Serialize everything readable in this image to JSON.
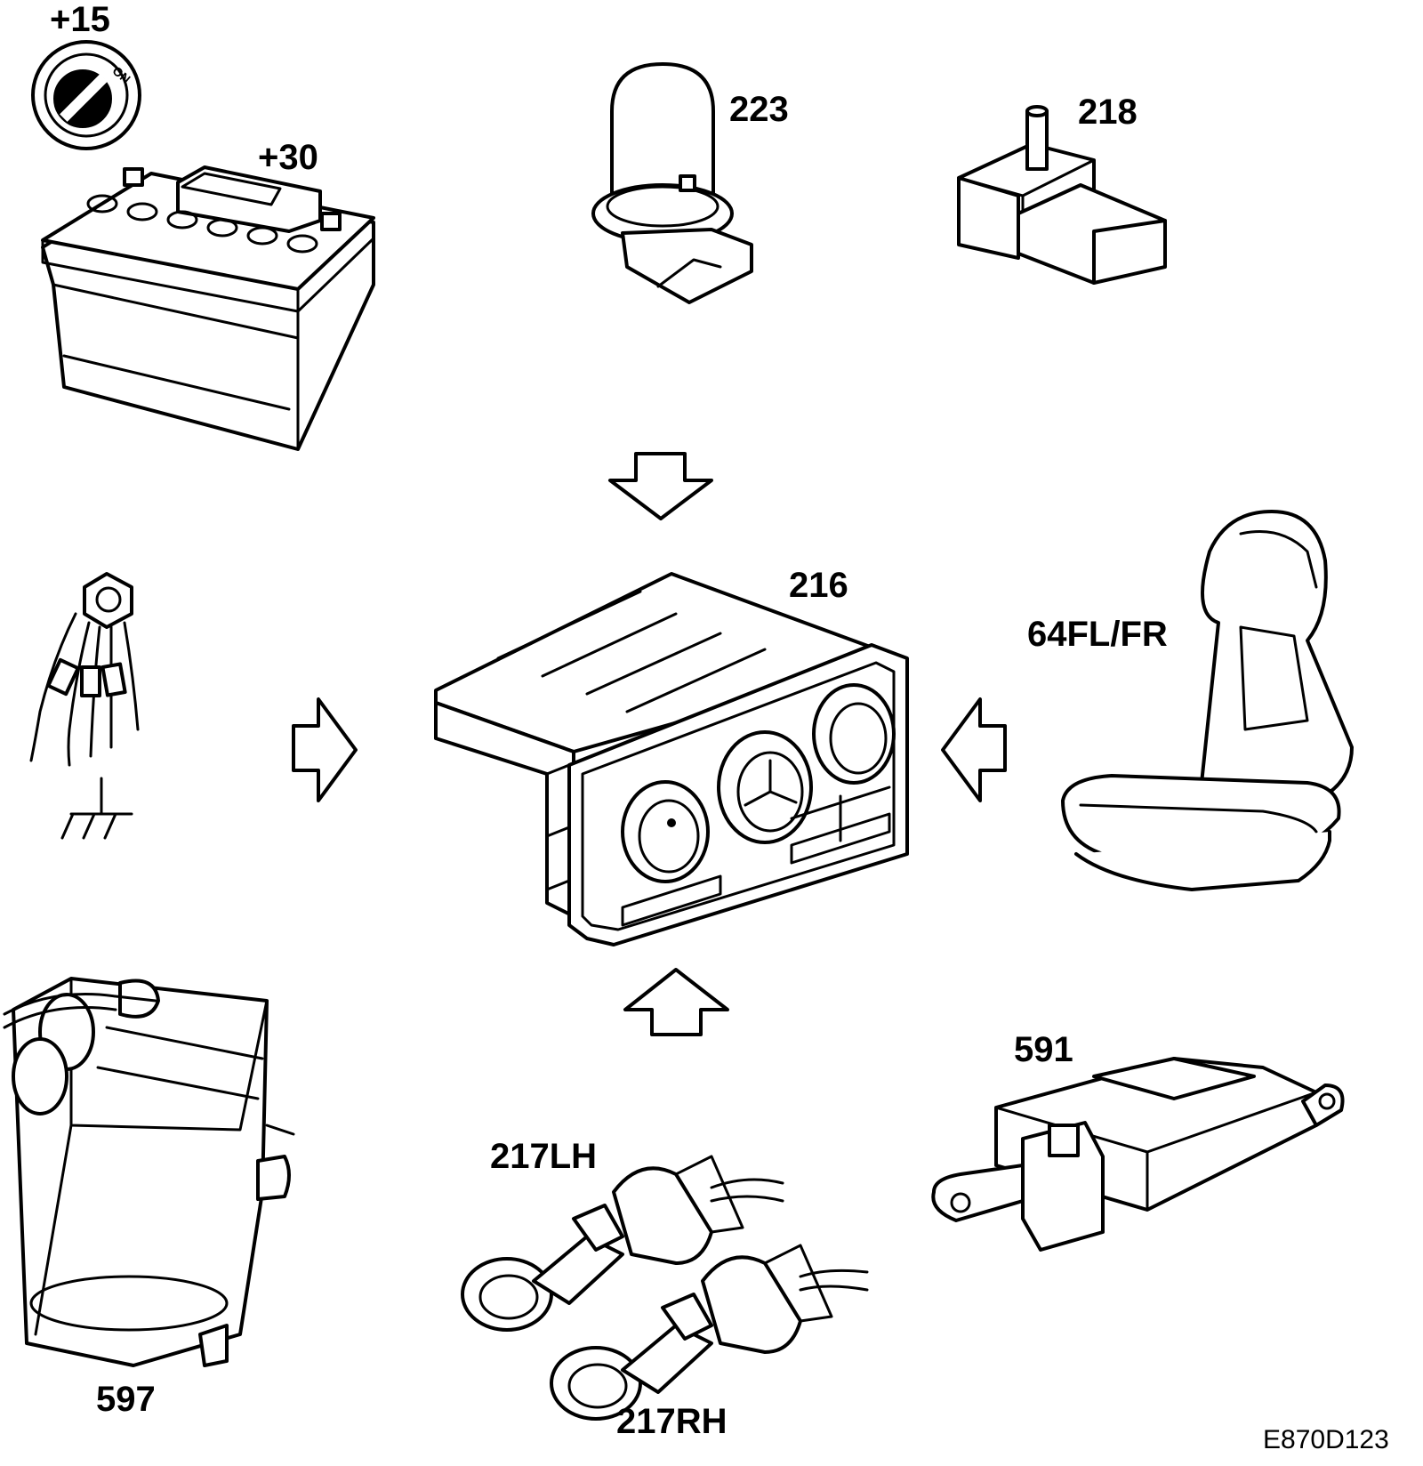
{
  "labels": {
    "ignition": "+15",
    "battery": "+30",
    "sensor_223": "223",
    "sensor_218": "218",
    "control_module": "216",
    "seat": "64FL/FR",
    "module_591": "591",
    "heater_597": "597",
    "sensor_left": "217LH",
    "sensor_right": "217RH"
  },
  "ignition_switch_text": "ON",
  "document_id": "E870D123",
  "icons": {
    "ignition": "ignition-switch-icon",
    "battery": "battery-icon",
    "ground": "ground-symbol-icon",
    "arrows": "hollow-arrow-icon"
  }
}
